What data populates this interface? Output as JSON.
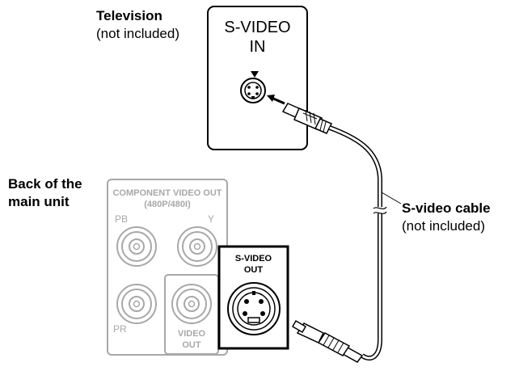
{
  "television": {
    "title": "Television",
    "note": "(not included)",
    "jack_label_line1": "S-VIDEO",
    "jack_label_line2": "IN"
  },
  "main_unit": {
    "label_line1": "Back of the",
    "label_line2": "main unit",
    "component_line1": "COMPONENT VIDEO OUT",
    "component_line2": "(480P/480I)",
    "jack_pb": "PB",
    "jack_y": "Y",
    "jack_pr": "PR",
    "video_out_line1": "VIDEO",
    "video_out_line2": "OUT",
    "svideo_out_line1": "S-VIDEO",
    "svideo_out_line2": "OUT"
  },
  "cable": {
    "label": "S-video cable",
    "note": "(not included)"
  },
  "colors": {
    "line": "#000000",
    "grey": "#a8a8a8"
  },
  "icons": [
    "arrow-down-icon",
    "arrow-icon",
    "svideo-jack-icon",
    "rca-jack-icon"
  ]
}
